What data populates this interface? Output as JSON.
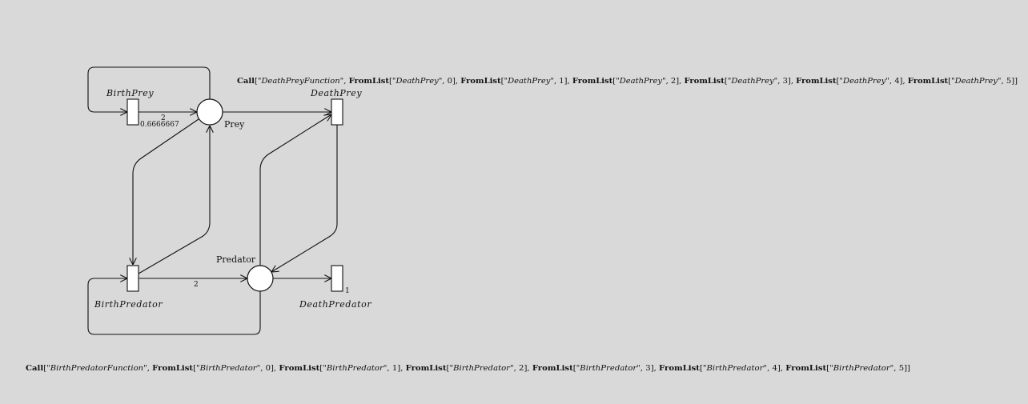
{
  "places": [
    {
      "id": "prey",
      "label": "Prey"
    },
    {
      "id": "predator",
      "label": "Predator"
    }
  ],
  "transitions": [
    {
      "id": "birth_prey",
      "label": "BirthPrey"
    },
    {
      "id": "death_prey",
      "label": "DeathPrey"
    },
    {
      "id": "birth_predator",
      "label": "BirthPredator"
    },
    {
      "id": "death_predator",
      "label": "DeathPredator"
    }
  ],
  "arc_labels": {
    "birthprey_to_prey_weight": "2",
    "birthprey_rate": "0.6666667",
    "birthpredator_to_predator_weight": "2",
    "deathpredator_rate": "1"
  },
  "formulas": {
    "death_prey": {
      "call_keyword": "Call",
      "function_name": "\"DeathPreyFunction\"",
      "fromlist_keyword": "FromList",
      "arg_name": "\"DeathPrey\"",
      "indices": [
        "0",
        "1",
        "2",
        "3",
        "4",
        "5"
      ]
    },
    "birth_predator": {
      "call_keyword": "Call",
      "function_name": "\"BirthPredatorFunction\"",
      "fromlist_keyword": "FromList",
      "arg_name": "\"BirthPredator\"",
      "indices": [
        "0",
        "1",
        "2",
        "3",
        "4",
        "5"
      ]
    }
  }
}
